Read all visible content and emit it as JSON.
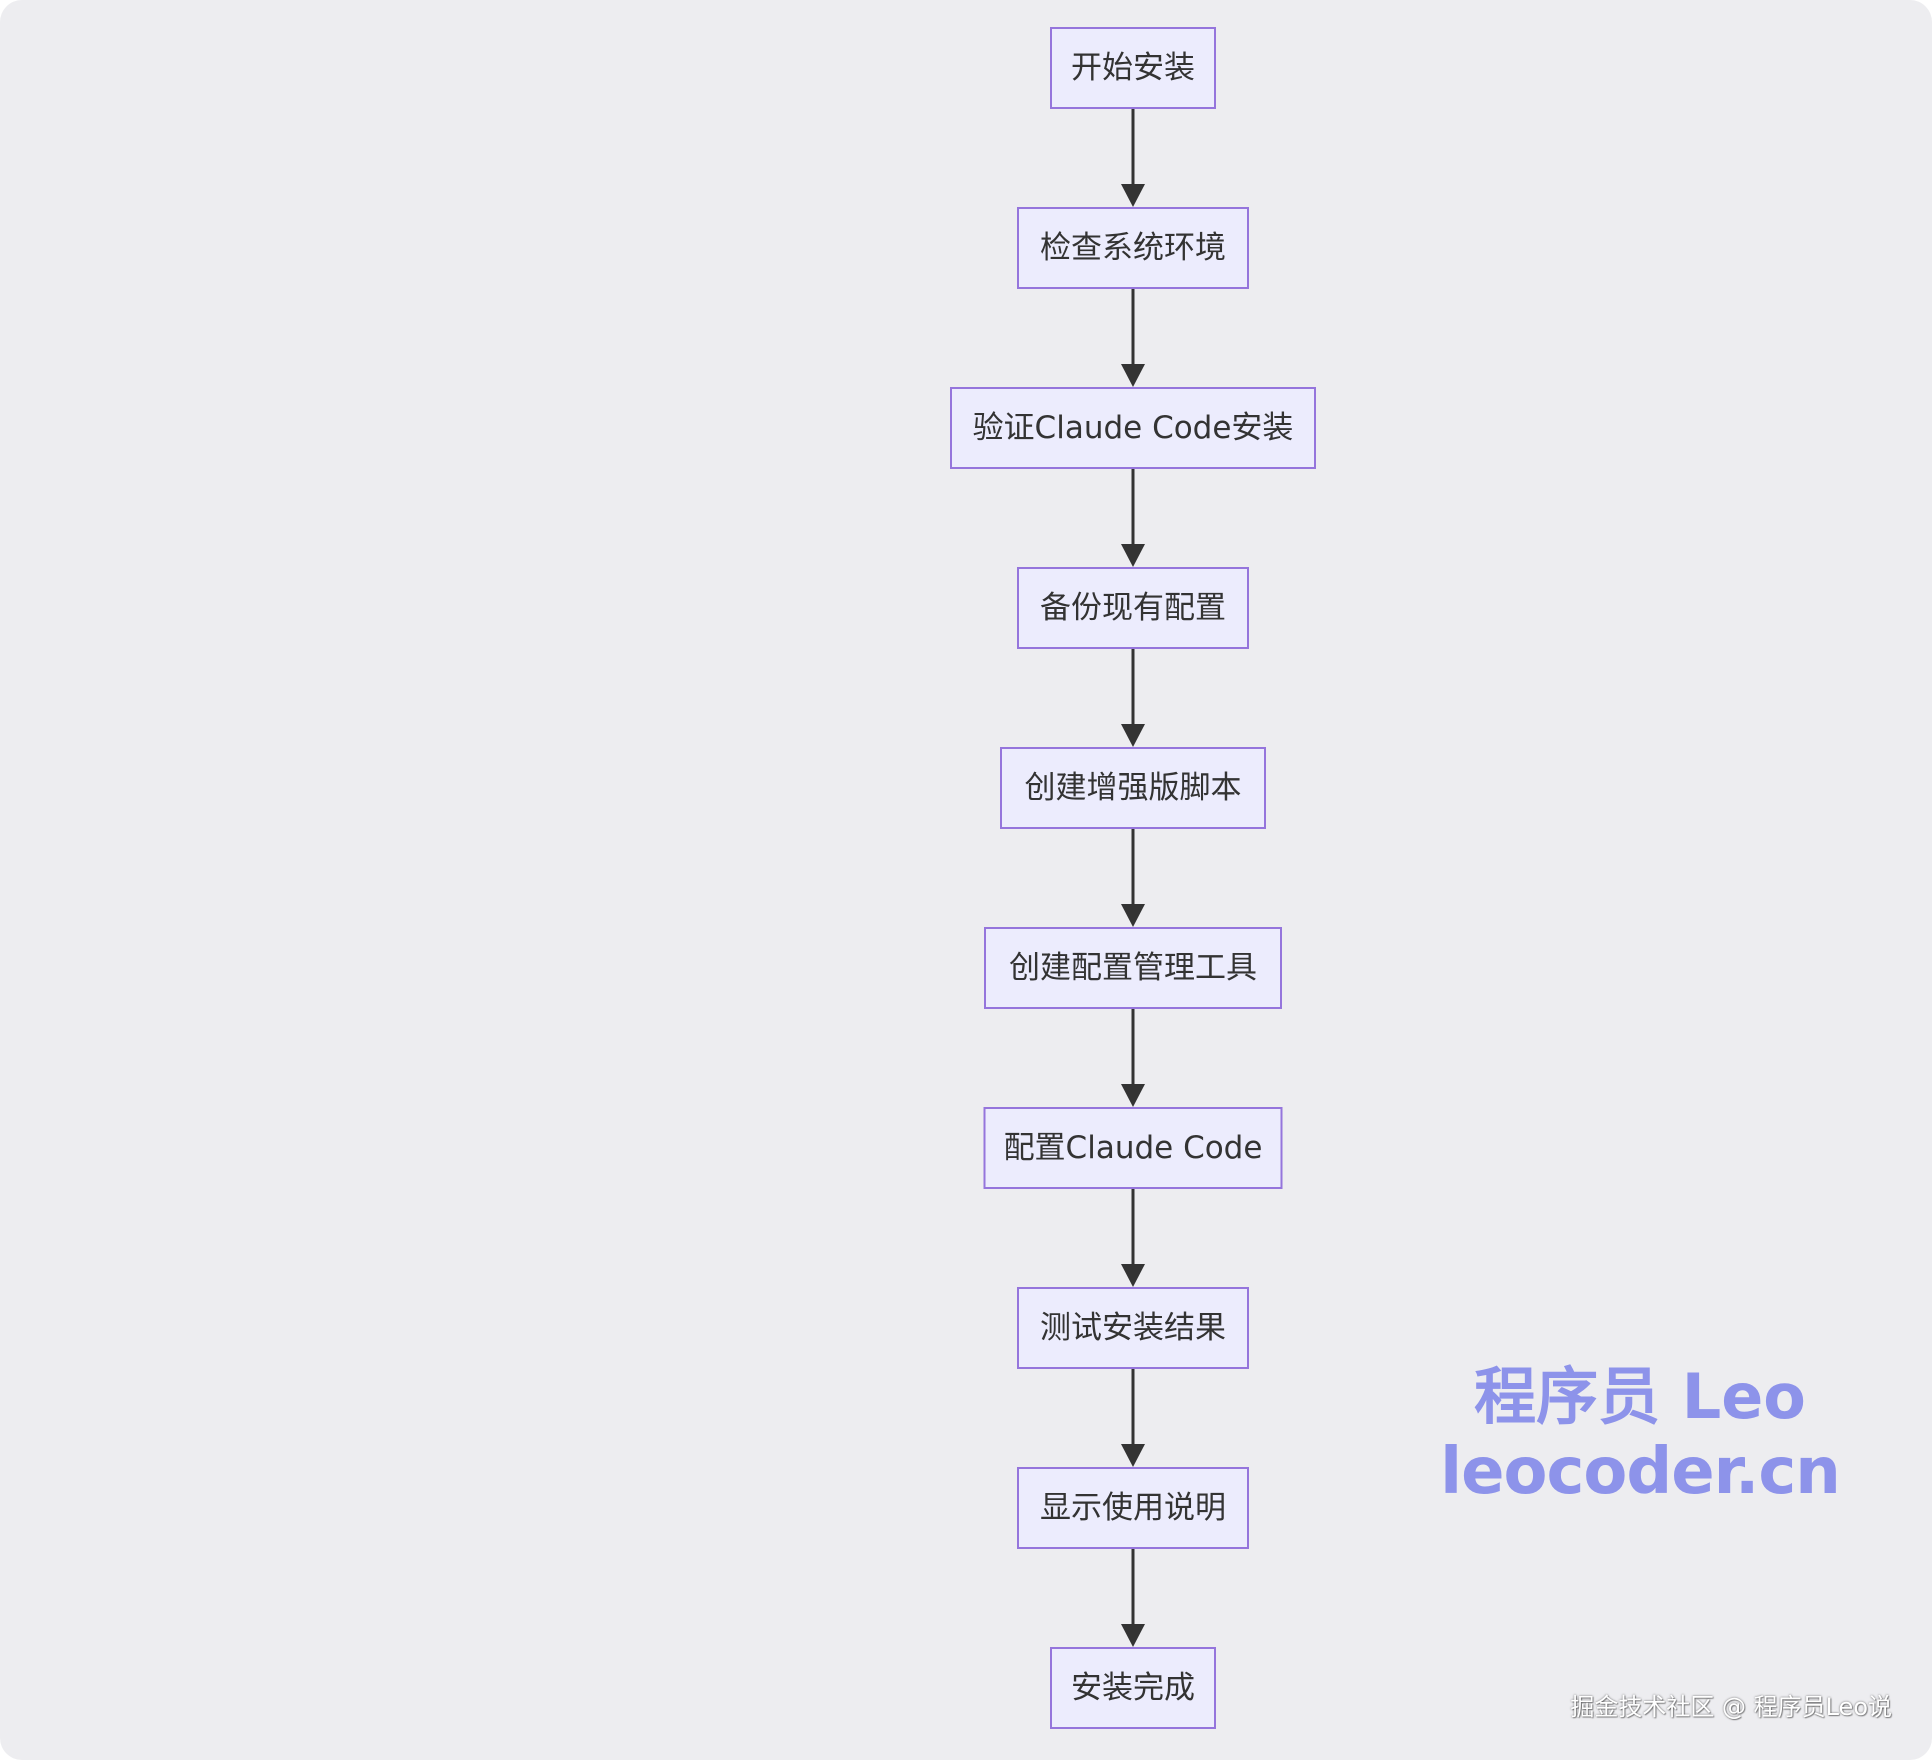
{
  "diagram": {
    "nodes": [
      {
        "id": "start",
        "label": "开始安装"
      },
      {
        "id": "check-env",
        "label": "检查系统环境"
      },
      {
        "id": "verify-install",
        "label": "验证Claude Code安装"
      },
      {
        "id": "backup-config",
        "label": "备份现有配置"
      },
      {
        "id": "create-script",
        "label": "创建增强版脚本"
      },
      {
        "id": "create-tool",
        "label": "创建配置管理工具"
      },
      {
        "id": "configure",
        "label": "配置Claude Code"
      },
      {
        "id": "test-result",
        "label": "测试安装结果"
      },
      {
        "id": "show-instructions",
        "label": "显示使用说明"
      },
      {
        "id": "done",
        "label": "安装完成"
      }
    ],
    "edges": [
      {
        "from": "start",
        "to": "check-env"
      },
      {
        "from": "check-env",
        "to": "verify-install"
      },
      {
        "from": "verify-install",
        "to": "backup-config"
      },
      {
        "from": "backup-config",
        "to": "create-script"
      },
      {
        "from": "create-script",
        "to": "create-tool"
      },
      {
        "from": "create-tool",
        "to": "configure"
      },
      {
        "from": "configure",
        "to": "test-result"
      },
      {
        "from": "test-result",
        "to": "show-instructions"
      },
      {
        "from": "show-instructions",
        "to": "done"
      }
    ]
  },
  "watermark": {
    "line1": "程序员 Leo",
    "line2": "leocoder.cn"
  },
  "credit": "掘金技术社区 @ 程序员Leo说",
  "colors": {
    "background": "#ededf0",
    "node_fill": "#ececfd",
    "node_border": "#9575dc",
    "edge": "#333333",
    "watermark": "#8d93ea"
  }
}
